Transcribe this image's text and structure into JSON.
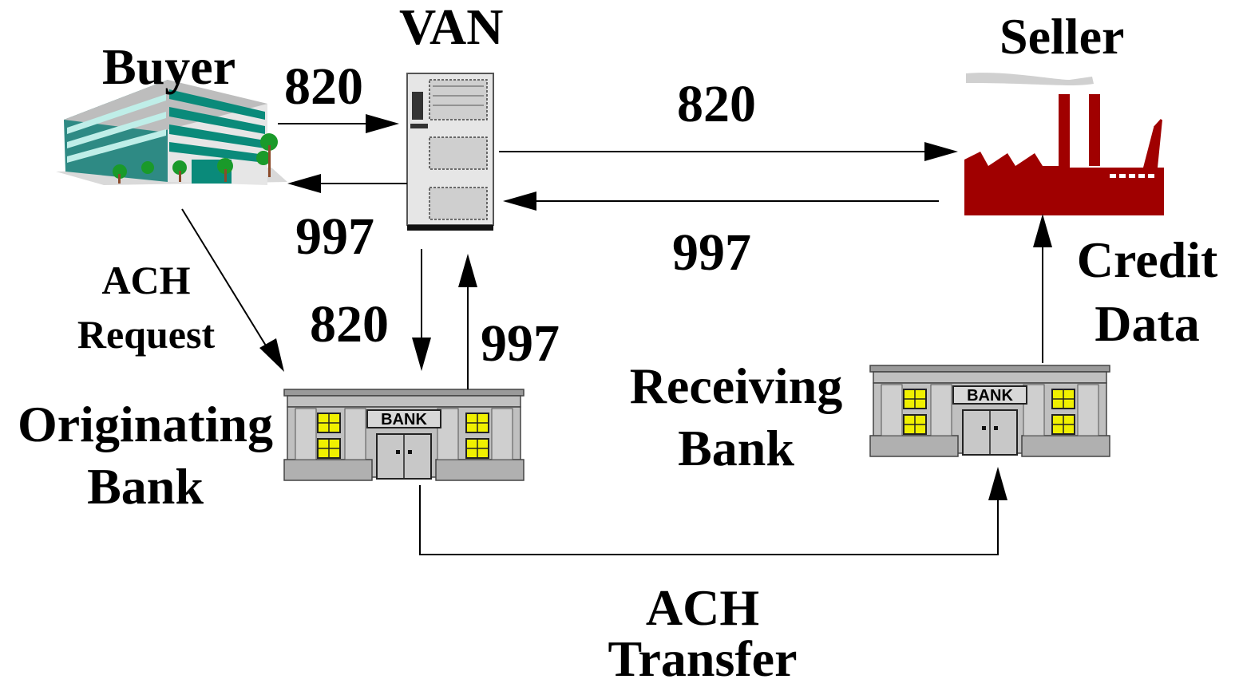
{
  "nodes": {
    "buyer": "Buyer",
    "van": "VAN",
    "seller": "Seller",
    "originating_bank": [
      "Originating",
      "Bank"
    ],
    "receiving_bank": [
      "Receiving",
      "Bank"
    ]
  },
  "edge_labels": {
    "buyer_to_van": "820",
    "van_to_buyer": "997",
    "van_to_seller": "820",
    "seller_to_van": "997",
    "van_to_orig_bank": "820",
    "orig_bank_to_van": "997",
    "ach_request": [
      "ACH",
      "Request"
    ],
    "credit_data": [
      "Credit",
      "Data"
    ],
    "ach_transfer": [
      "ACH",
      "Transfer"
    ]
  },
  "icon_text": {
    "bank_sign": "BANK"
  },
  "colors": {
    "factory": "#a00000",
    "building_glass": "#0a8a7a",
    "bank_stone": "#c0c0c0",
    "bank_window": "#f0f000",
    "server": "#dcdcdc"
  }
}
